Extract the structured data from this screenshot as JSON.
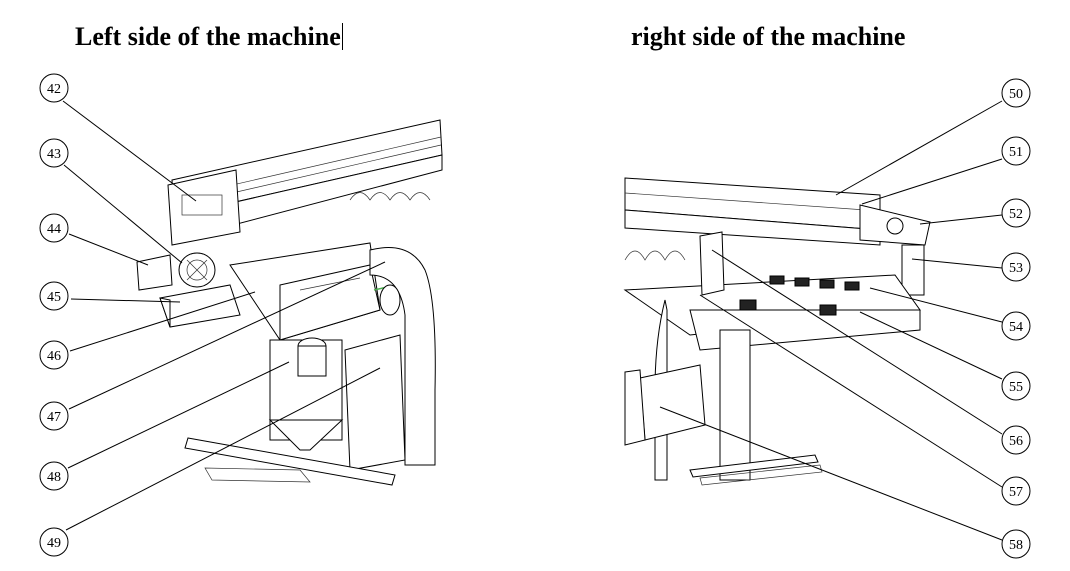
{
  "headings": {
    "left": "Left side of the machine",
    "right": "right side of the machine"
  },
  "callouts_left": [
    "42",
    "43",
    "44",
    "45",
    "46",
    "47",
    "48",
    "49"
  ],
  "callouts_right": [
    "50",
    "51",
    "52",
    "53",
    "54",
    "55",
    "56",
    "57",
    "58"
  ],
  "colors": {
    "line": "#000000",
    "background": "#ffffff",
    "accent": "#4caf50"
  }
}
